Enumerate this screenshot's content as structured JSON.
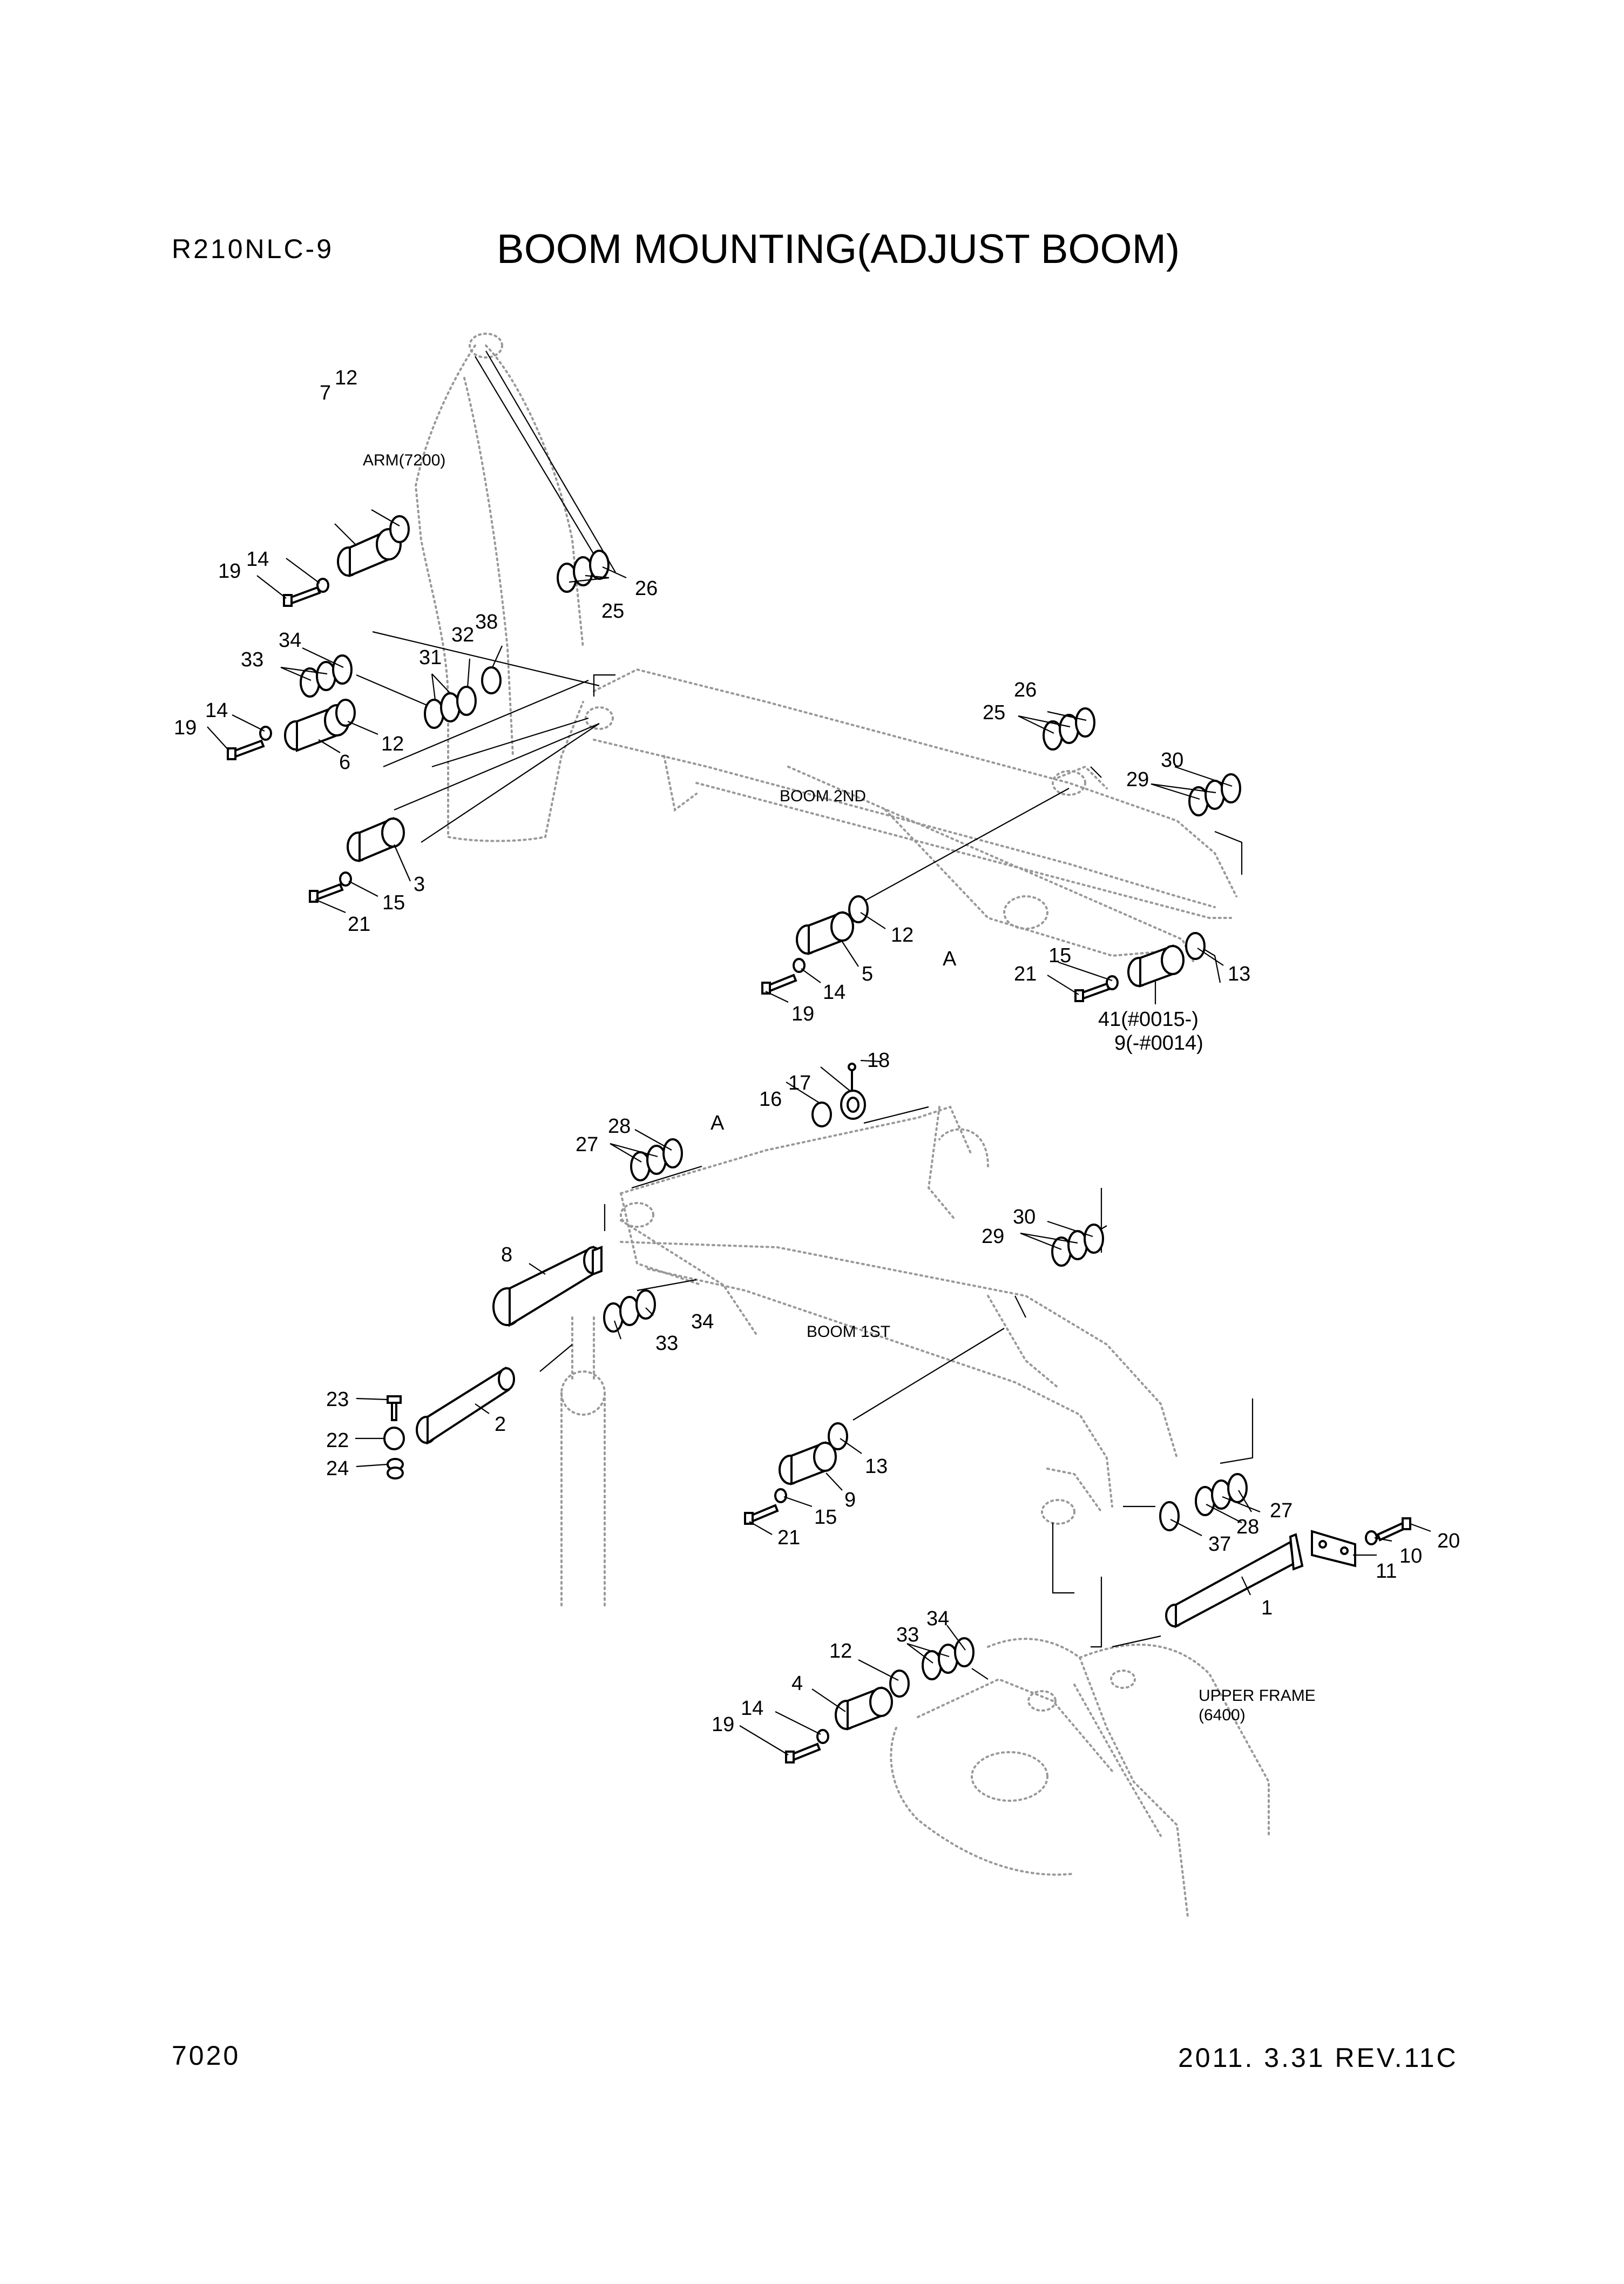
{
  "header": {
    "model": "R210NLC-9",
    "title": "BOOM MOUNTING(ADJUST BOOM)"
  },
  "footer": {
    "page_number": "7020",
    "revision": "2011. 3.31  REV.11C"
  },
  "labels": {
    "arm": "ARM(7200)",
    "boom_2nd": "BOOM 2ND",
    "boom_1st": "BOOM 1ST",
    "upper_frame_line1": "UPPER FRAME",
    "upper_frame_line2": "(6400)",
    "ref_a": "A"
  },
  "callouts": {
    "c1": "1",
    "c2": "2",
    "c3": "3",
    "c4": "4",
    "c5": "5",
    "c6": "6",
    "c7": "7",
    "c8": "8",
    "c9_lower": "9",
    "c10": "10",
    "c11": "11",
    "c12_a": "12",
    "c12_b": "12",
    "c12_c": "12",
    "c12_d": "12",
    "c13_a": "13",
    "c13_b": "13",
    "c14_a": "14",
    "c14_b": "14",
    "c14_c": "14",
    "c14_d": "14",
    "c15_a": "15",
    "c15_b": "15",
    "c15_c": "15",
    "c16": "16",
    "c17": "17",
    "c18": "18",
    "c19_a": "19",
    "c19_b": "19",
    "c19_c": "19",
    "c19_d": "19",
    "c20": "20",
    "c21_a": "21",
    "c21_b": "21",
    "c21_c": "21",
    "c22": "22",
    "c23": "23",
    "c24": "24",
    "c25_a": "25",
    "c25_b": "25",
    "c26_a": "26",
    "c26_b": "26",
    "c27_a": "27",
    "c27_b": "27",
    "c28_a": "28",
    "c28_b": "28",
    "c29_a": "29",
    "c29_b": "29",
    "c30_a": "30",
    "c30_b": "30",
    "c31": "31",
    "c32": "32",
    "c33_a": "33",
    "c33_b": "33",
    "c33_c": "33",
    "c34_a": "34",
    "c34_b": "34",
    "c34_c": "34",
    "c37": "37",
    "c38": "38",
    "c41": "41(#0015-)",
    "c9_serial": "9(-#0014)"
  }
}
